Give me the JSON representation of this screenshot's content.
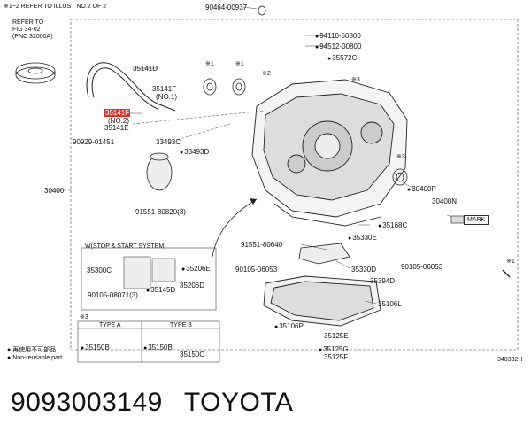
{
  "header": {
    "note": "※1~2 REFER TO ILLUST NO.2 OF 2",
    "refer": [
      "REFER TO",
      "FIG 34-02",
      "(PNC 32000A)"
    ]
  },
  "labels": {
    "p90464": "90464-00937",
    "p94110": "94110-50800",
    "p94512": "94512-00800",
    "p35572c": "35572C",
    "p35141d": "35141D",
    "p35141f1": "35141F",
    "p35141f1n": "(NO.1)",
    "p35141f2": "35141F",
    "p35141f2n": "(NO.2)",
    "p35141e": "35141E",
    "p90929": "90929-01451",
    "p33493c": "33493C",
    "p33493d": "33493D",
    "p91551a": "91551-80820(3)",
    "p30400": "30400",
    "p30400p": "30400P",
    "p30400n": "30400N",
    "mark": "MARK",
    "p35168c": "35168C",
    "p91551b": "91551-80640",
    "p35330e": "35330E",
    "p90105a": "90105-06053",
    "p35330d": "35330D",
    "p90105b": "90105-06053",
    "p35394d": "35394D",
    "p35106l": "35106L",
    "p35106p": "35106P",
    "p35125e": "35125E",
    "p35125g": "35125G",
    "p35125f": "35125F",
    "s1a": "※1",
    "s1b": "※1",
    "s2": "※2",
    "s3a": "※3",
    "s3b": "※3",
    "s1c": "※1"
  },
  "stop_start": {
    "title": "W(STOP & START SYSTEM)",
    "p35300c": "35300C",
    "p35206e": "35206E",
    "p35206d": "35206D",
    "p35145d": "35145D",
    "p90105c": "90105-08071(3)"
  },
  "types": {
    "mark": "※3",
    "type_a": "TYPE A",
    "type_b": "TYPE B",
    "a_part": "35150B",
    "b_part": "35150B",
    "b_part2": "35150C"
  },
  "legend": {
    "reuse": "再使用不可部品",
    "nonreuse": "Non-reusable part"
  },
  "diagram_id": "340332H",
  "footer": {
    "part_number": "9093003149",
    "brand": "TOYOTA"
  }
}
